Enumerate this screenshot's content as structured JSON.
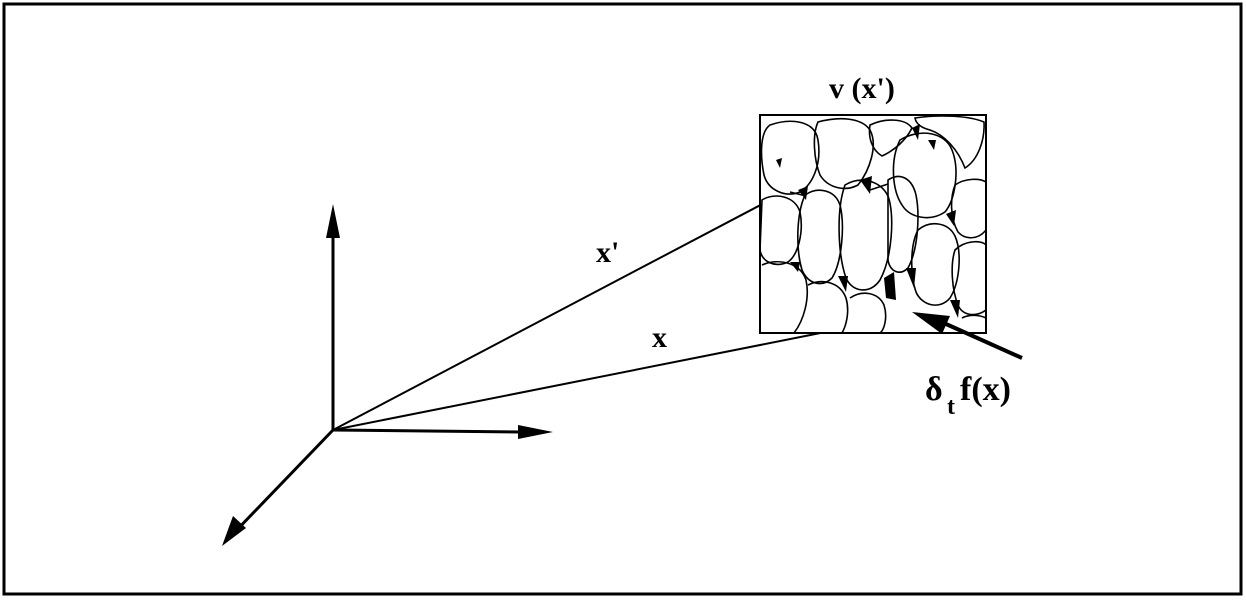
{
  "labels": {
    "volume_label": "v (x')",
    "vector_x_prime": "x'",
    "vector_x": "x",
    "delta_symbol": "δ",
    "delta_subscript": "t",
    "delta_function": "f(x)"
  },
  "colors": {
    "ink": "#000000",
    "background": "#ffffff"
  }
}
